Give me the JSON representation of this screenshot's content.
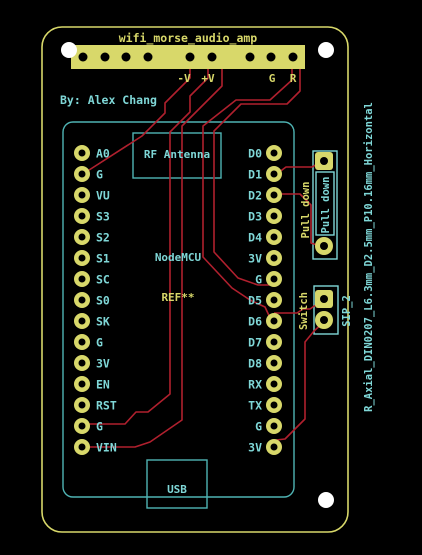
{
  "board": {
    "title": "wifi_morse_audio_amp",
    "author": "By: Alex Chang",
    "header_labels": [
      "-V",
      "+V",
      "G",
      "R"
    ],
    "module_label": "NodeMCU",
    "module_ref": "REF**",
    "antenna_label": "RF Antenna",
    "usb_label": "USB"
  },
  "left_pins": [
    "A0",
    "G",
    "VU",
    "S3",
    "S2",
    "S1",
    "SC",
    "S0",
    "SK",
    "G",
    "3V",
    "EN",
    "RST",
    "G",
    "VIN"
  ],
  "right_pins": [
    "D0",
    "D1",
    "D2",
    "D3",
    "D4",
    "3V",
    "G",
    "D5",
    "D6",
    "D7",
    "D8",
    "RX",
    "TX",
    "G",
    "3V"
  ],
  "resistor": {
    "label": "Pull down",
    "footprint": "R_Axial_DIN0207_L6.3mm_D2.5mm_P10.16mm_Horizontal"
  },
  "switch": {
    "label": "Switch",
    "footprint": "SIP_2"
  },
  "colors": {
    "background": "#000000",
    "outline": "#d8d86a",
    "silkscreen": "#7fd7d7",
    "trace": "#b0202e",
    "pad": "#d8d86a",
    "drill": "#000000"
  }
}
